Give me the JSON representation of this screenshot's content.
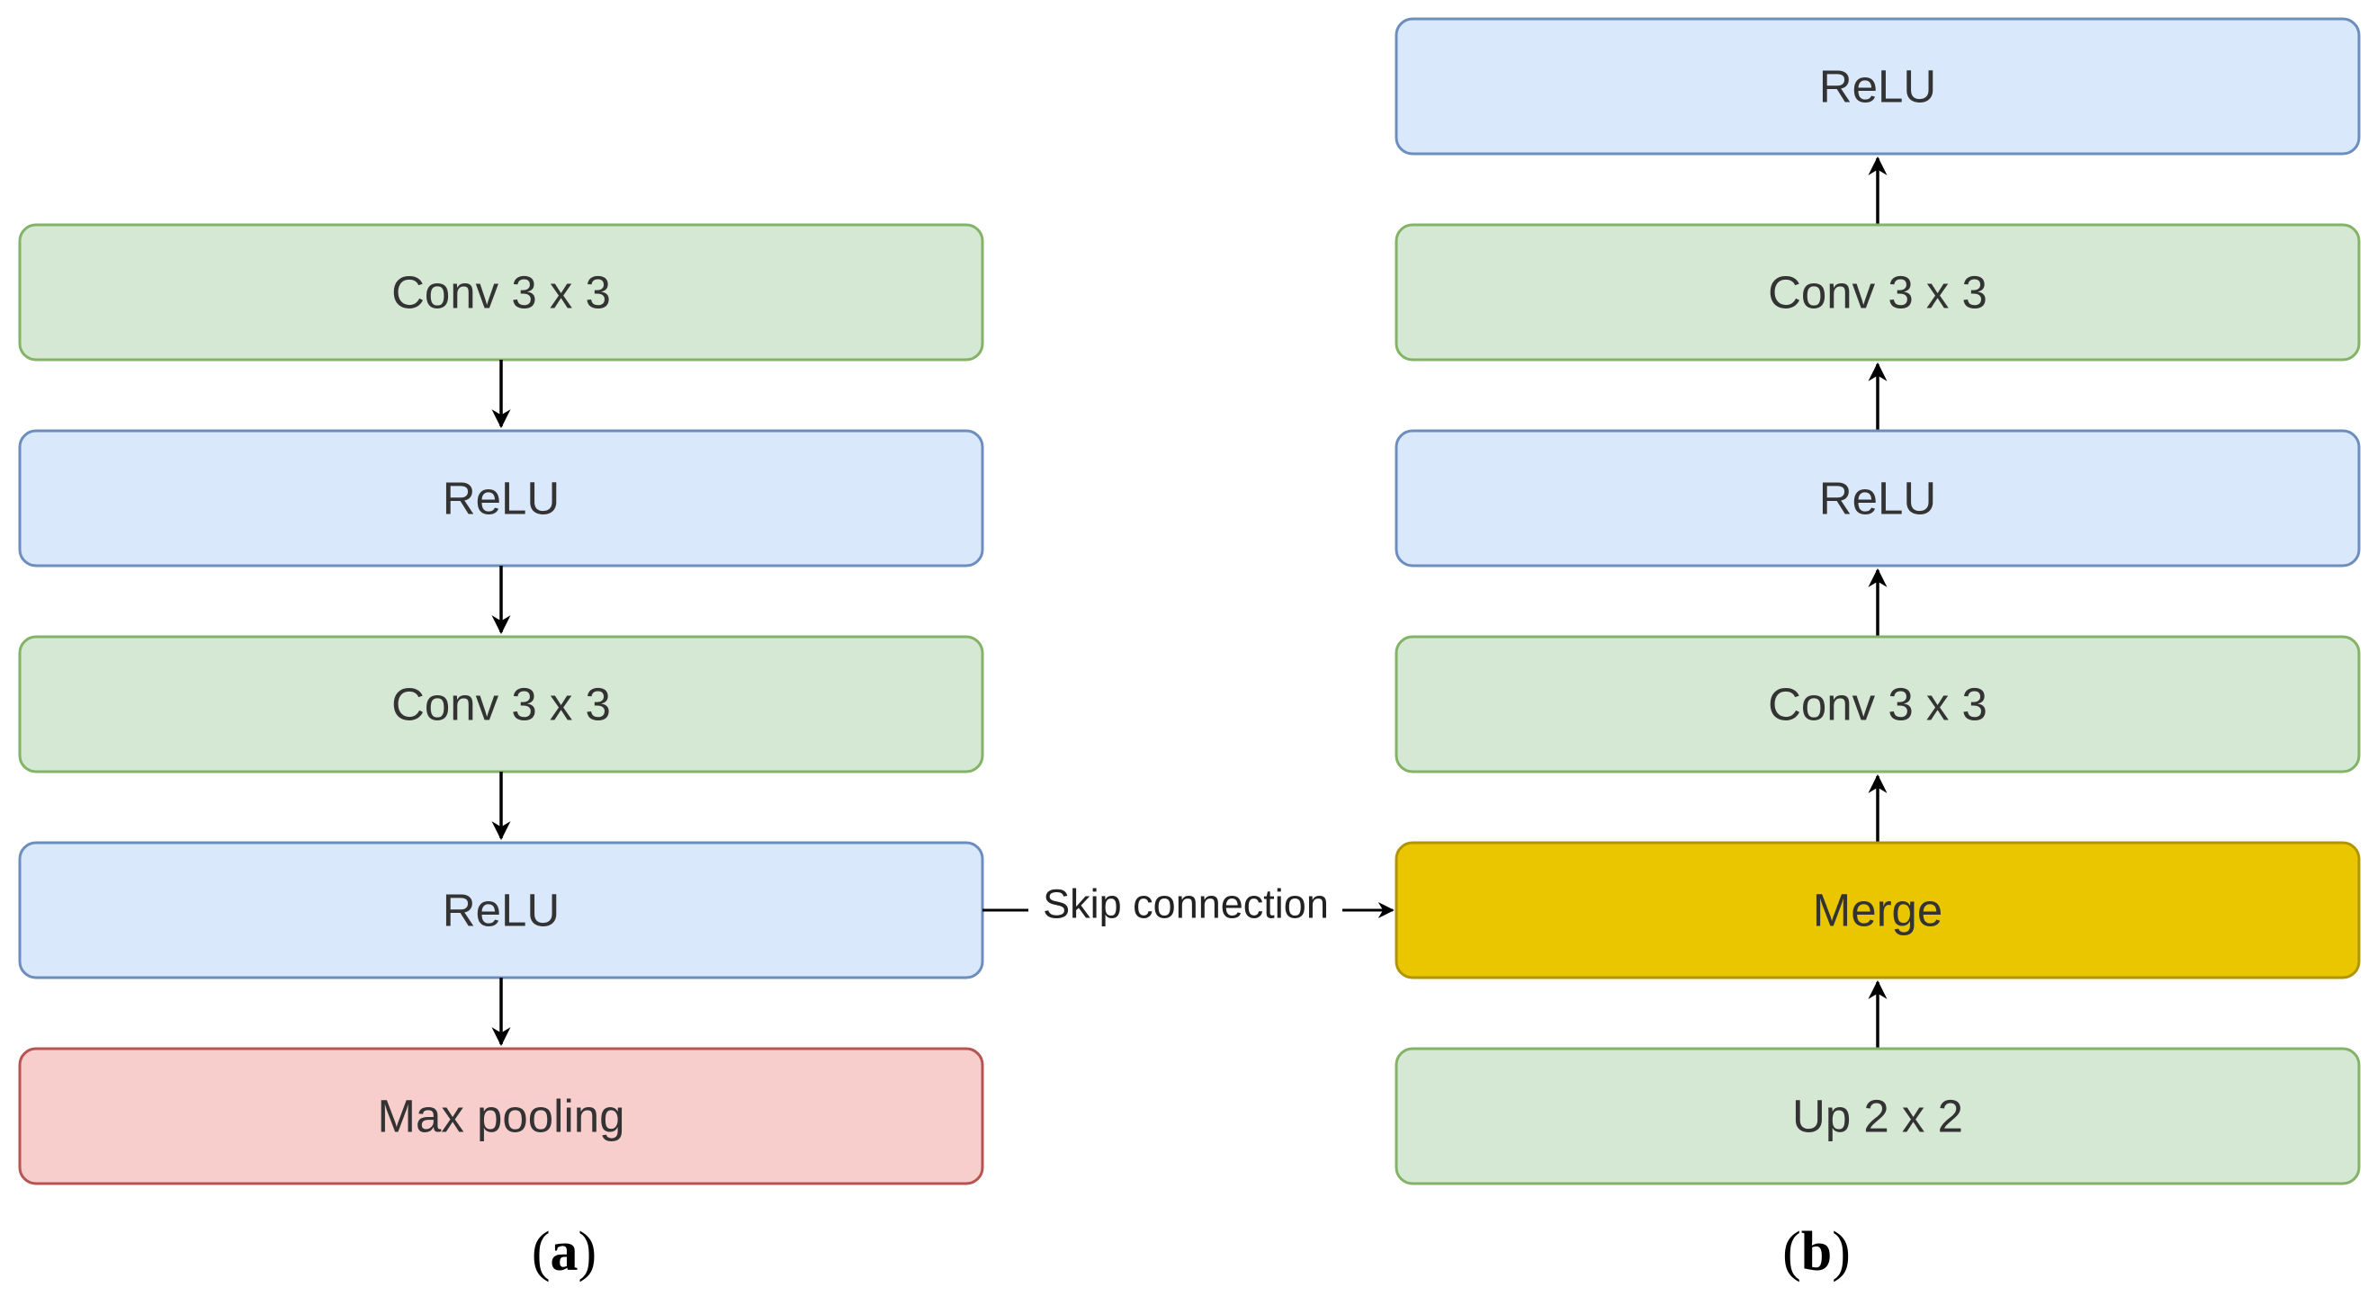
{
  "diagram": {
    "colors": {
      "green_fill": "#d5e8d4",
      "green_stroke": "#82b366",
      "blue_fill": "#dae8fc",
      "blue_stroke": "#6c8ebf",
      "red_fill": "#f8cecc",
      "red_stroke": "#b85450",
      "gold_fill": "#e9c600",
      "gold_stroke": "#b09500",
      "arrow": "#000000"
    },
    "panel_a": {
      "caption_open": "(",
      "caption_letter": "a",
      "caption_close": ")",
      "nodes": [
        {
          "label": "Conv 3 x 3",
          "style": "green"
        },
        {
          "label": "ReLU",
          "style": "blue"
        },
        {
          "label": "Conv 3 x 3",
          "style": "green"
        },
        {
          "label": "ReLU",
          "style": "blue"
        },
        {
          "label": "Max pooling",
          "style": "red"
        }
      ]
    },
    "panel_b": {
      "caption_open": "(",
      "caption_letter": "b",
      "caption_close": ")",
      "nodes": [
        {
          "label": "ReLU",
          "style": "blue"
        },
        {
          "label": "Conv 3 x 3",
          "style": "green"
        },
        {
          "label": "ReLU",
          "style": "blue"
        },
        {
          "label": "Conv 3 x 3",
          "style": "green"
        },
        {
          "label": "Merge",
          "style": "gold"
        },
        {
          "label": "Up 2 x 2",
          "style": "green"
        }
      ]
    },
    "skip_connection": {
      "label": "Skip connection"
    }
  }
}
